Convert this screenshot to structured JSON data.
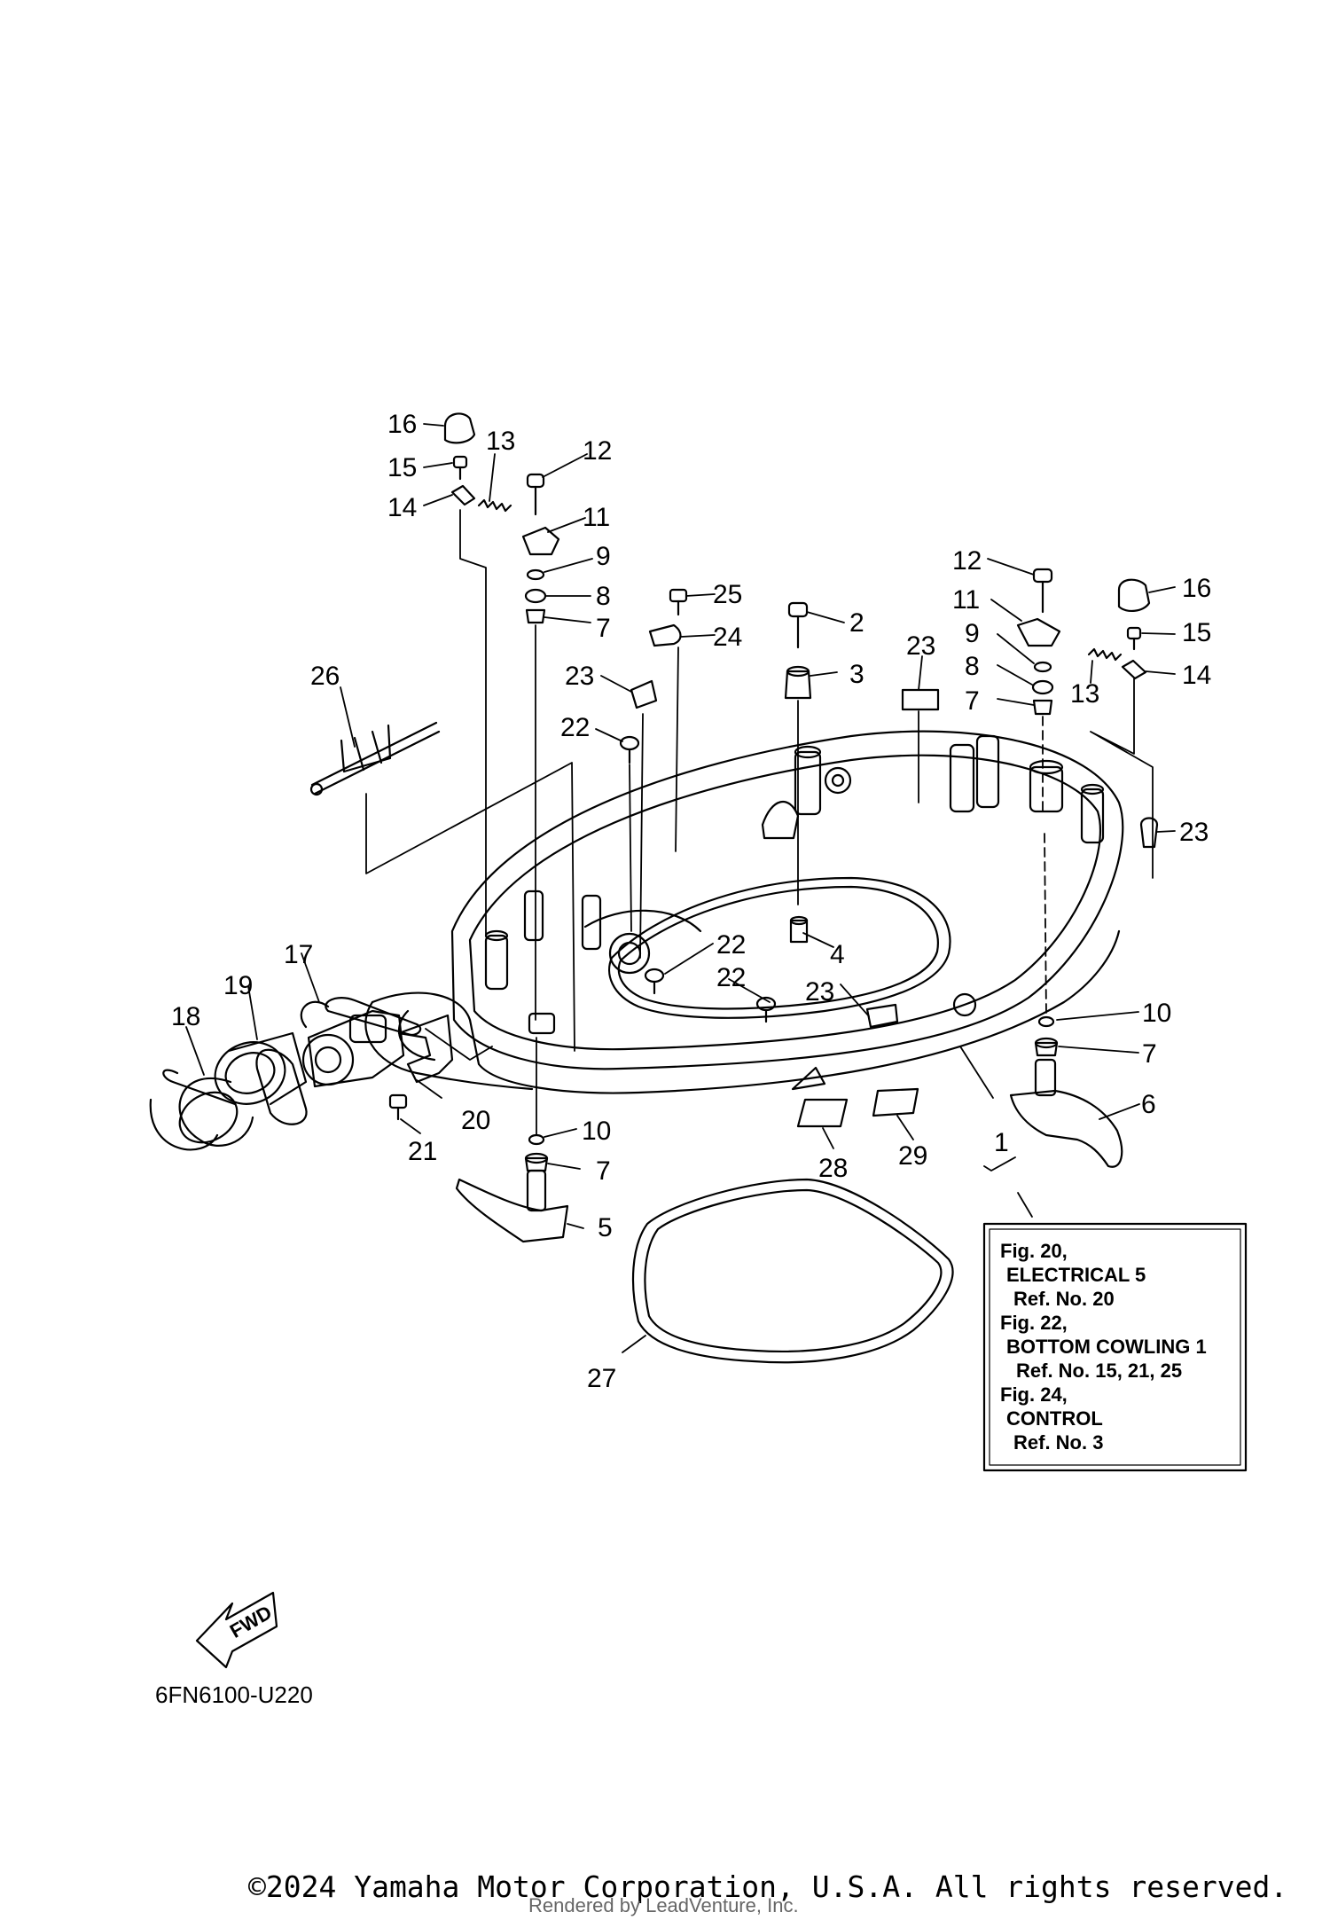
{
  "callouts": [
    {
      "id": "c16a",
      "text": "16"
    },
    {
      "id": "c15a",
      "text": "15"
    },
    {
      "id": "c14a",
      "text": "14"
    },
    {
      "id": "c13a",
      "text": "13"
    },
    {
      "id": "c12a",
      "text": "12"
    },
    {
      "id": "c11a",
      "text": "11"
    },
    {
      "id": "c9a",
      "text": "9"
    },
    {
      "id": "c8a",
      "text": "8"
    },
    {
      "id": "c7a",
      "text": "7"
    },
    {
      "id": "c25",
      "text": "25"
    },
    {
      "id": "c24",
      "text": "24"
    },
    {
      "id": "c2",
      "text": "2"
    },
    {
      "id": "c3",
      "text": "3"
    },
    {
      "id": "c23a",
      "text": "23"
    },
    {
      "id": "c22a",
      "text": "22"
    },
    {
      "id": "c26",
      "text": "26"
    },
    {
      "id": "c23b",
      "text": "23"
    },
    {
      "id": "c12b",
      "text": "12"
    },
    {
      "id": "c11b",
      "text": "11"
    },
    {
      "id": "c9b",
      "text": "9"
    },
    {
      "id": "c8b",
      "text": "8"
    },
    {
      "id": "c7b",
      "text": "7"
    },
    {
      "id": "c16b",
      "text": "16"
    },
    {
      "id": "c15b",
      "text": "15"
    },
    {
      "id": "c13b",
      "text": "13"
    },
    {
      "id": "c14b",
      "text": "14"
    },
    {
      "id": "c23c",
      "text": "23"
    },
    {
      "id": "c4",
      "text": "4"
    },
    {
      "id": "c22b",
      "text": "22"
    },
    {
      "id": "c22c",
      "text": "22"
    },
    {
      "id": "c23d",
      "text": "23"
    },
    {
      "id": "c10a",
      "text": "10"
    },
    {
      "id": "c7c",
      "text": "7"
    },
    {
      "id": "c6",
      "text": "6"
    },
    {
      "id": "c17",
      "text": "17"
    },
    {
      "id": "c19",
      "text": "19"
    },
    {
      "id": "c18",
      "text": "18"
    },
    {
      "id": "c20",
      "text": "20"
    },
    {
      "id": "c21",
      "text": "21"
    },
    {
      "id": "c10b",
      "text": "10"
    },
    {
      "id": "c7d",
      "text": "7"
    },
    {
      "id": "c5",
      "text": "5"
    },
    {
      "id": "c28",
      "text": "28"
    },
    {
      "id": "c29",
      "text": "29"
    },
    {
      "id": "c1",
      "text": "1"
    },
    {
      "id": "c27",
      "text": "27"
    }
  ],
  "reference_box": {
    "lines": [
      "Fig. 20,",
      "ELECTRICAL 5",
      "Ref. No. 20",
      "Fig. 22,",
      "BOTTOM COWLING 1",
      "Ref. No. 15, 21, 25",
      "Fig. 24,",
      "CONTROL",
      "Ref. No. 3"
    ]
  },
  "fwd_label": "FWD",
  "diagram_code": "6FN6100-U220",
  "copyright": "©2024 Yamaha Motor Corporation, U.S.A. All rights reserved.",
  "rendered_by": "Rendered by LeadVenture, Inc."
}
